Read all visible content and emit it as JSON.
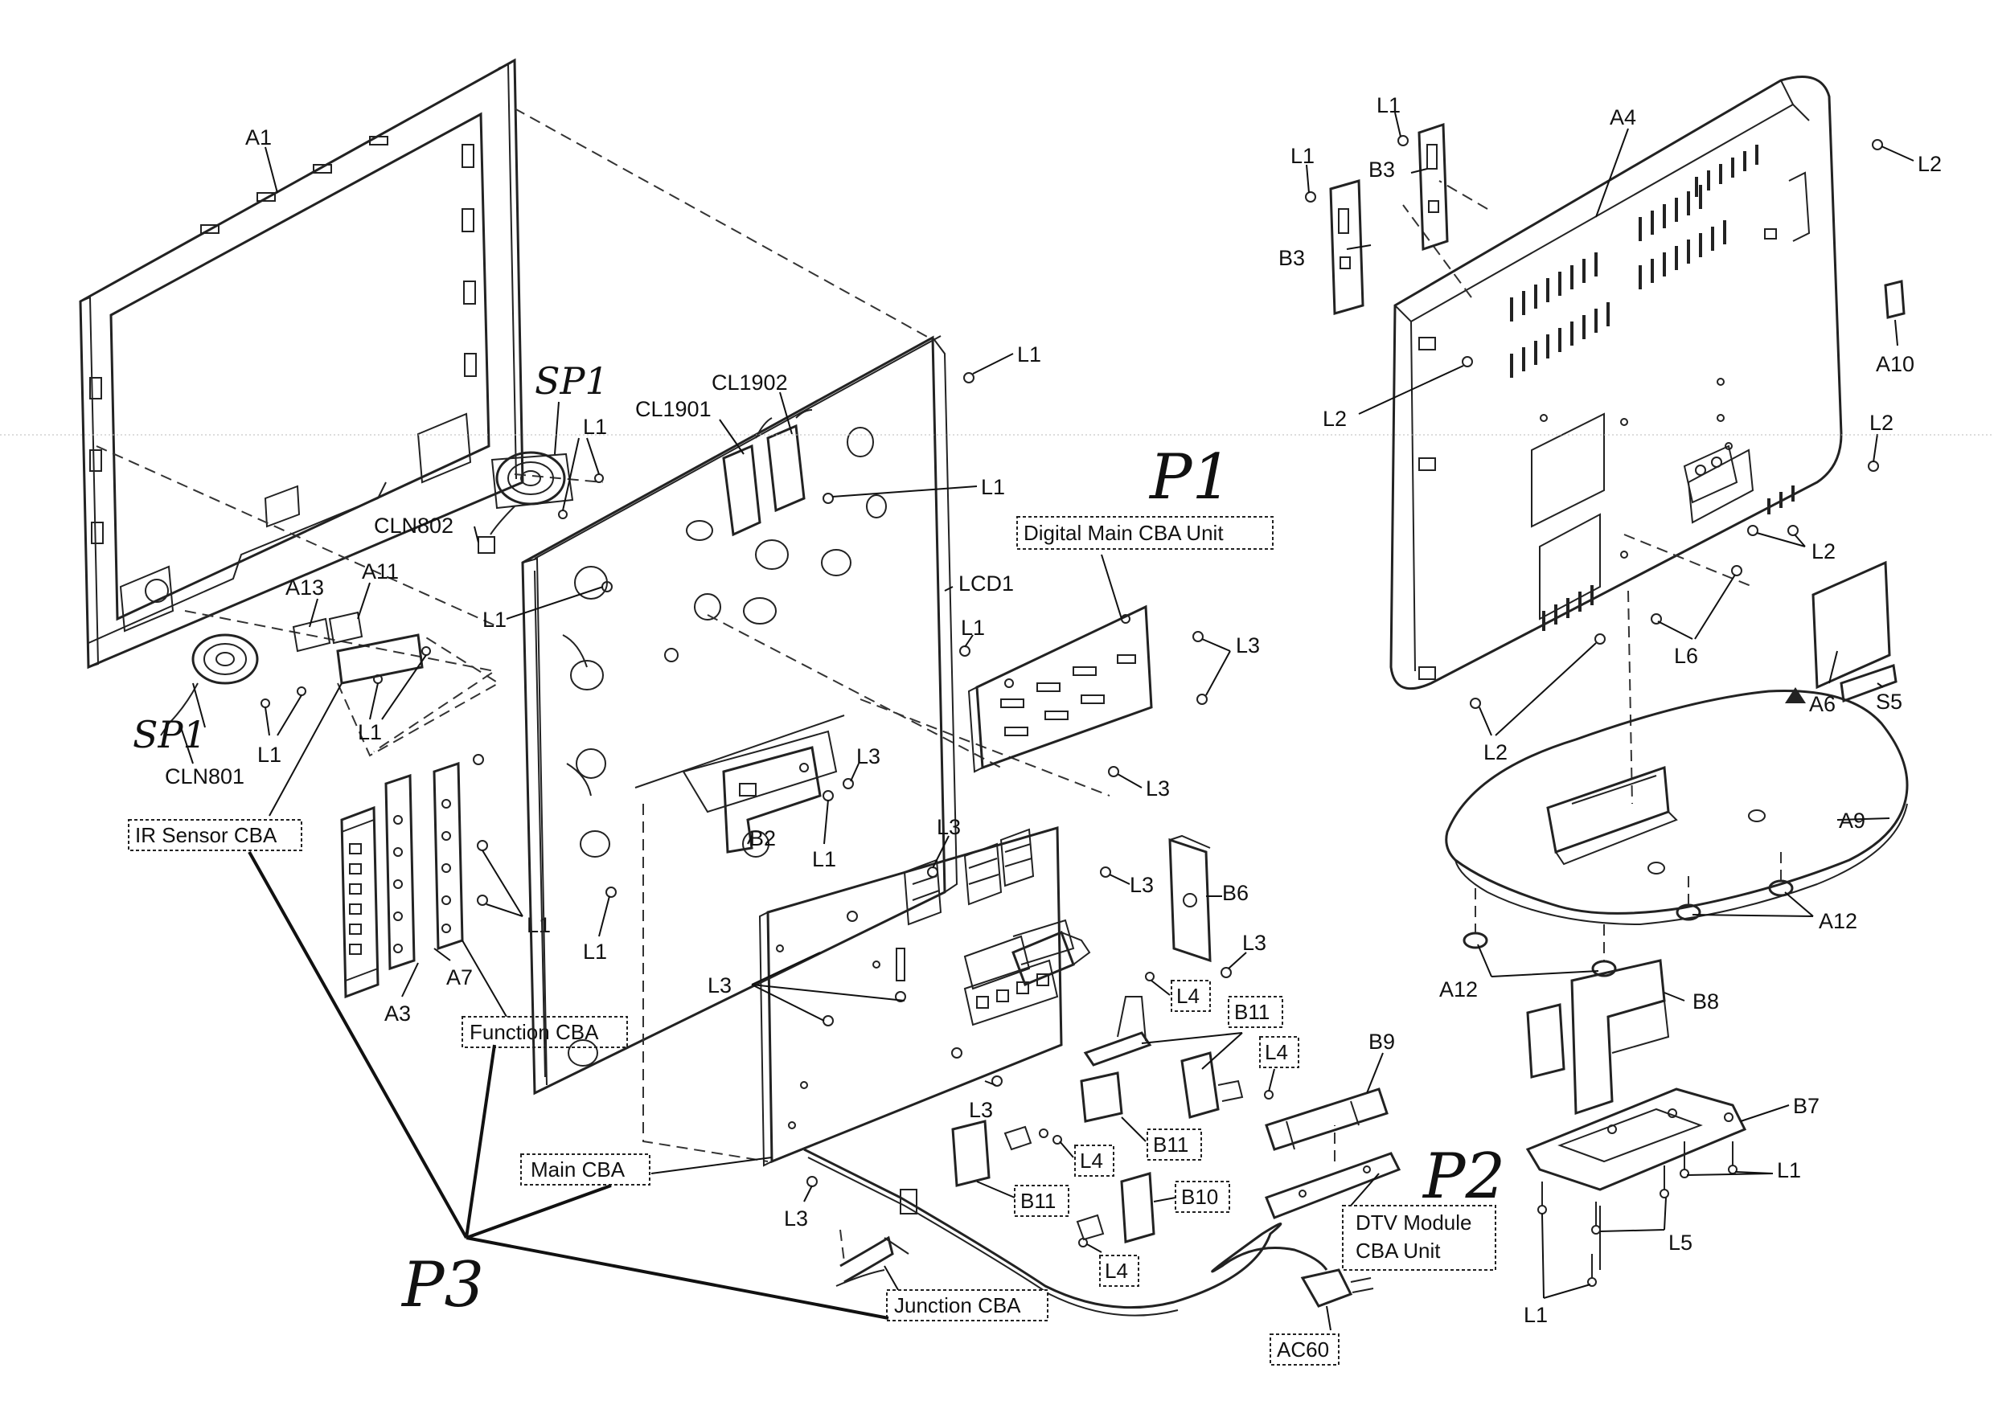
{
  "labels": {
    "a1": "A1",
    "a3": "A3",
    "a4": "A4",
    "a6": "A6",
    "a7": "A7",
    "a9": "A9",
    "a10": "A10",
    "a11": "A11",
    "a12": "A12",
    "a13": "A13",
    "b2": "B2",
    "b3": "B3",
    "b6": "B6",
    "b7": "B7",
    "b8": "B8",
    "b9": "B9",
    "b10": "B10",
    "b11": "B11",
    "cl1901": "CL1901",
    "cl1902": "CL1902",
    "cln801": "CLN801",
    "cln802": "CLN802",
    "lcd1": "LCD1",
    "s5": "S5",
    "l1": "L1",
    "l2": "L2",
    "l3": "L3",
    "l4": "L4",
    "l5": "L5",
    "l6": "L6"
  },
  "boxes": {
    "digital_main": "Digital Main CBA Unit",
    "ir_sensor": "IR Sensor CBA",
    "function": "Function CBA",
    "main": "Main CBA",
    "junction": "Junction CBA",
    "dtv_line1": "DTV Module",
    "dtv_line2": "CBA Unit",
    "ac60": "AC60"
  },
  "handwritten": {
    "sp1": "SP1",
    "p1": "P1",
    "p2": "P2",
    "p3": "P3"
  },
  "colors": {
    "line": "#222222",
    "background": "#ffffff"
  }
}
